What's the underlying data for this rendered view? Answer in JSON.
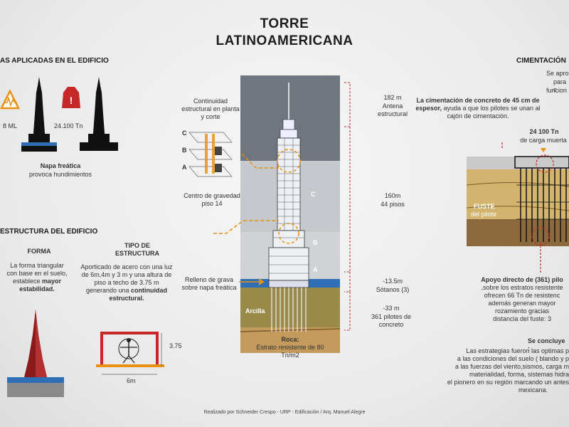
{
  "title_line1": "TORRE",
  "title_line2": "LATINOAMERICANA",
  "left": {
    "section1_heading": "AS APLICADAS EN EL EDIFICIO",
    "magnitude": "8 ML",
    "weight": "24.100 Tn",
    "napa_title": "Napa freática",
    "napa_sub": "provoca hundimientos",
    "section2_heading": "ESTRUCTURA DEL EDIFICIO",
    "forma_heading": "FORMA",
    "forma_text1": "La forma triangular con base en el suelo, establece",
    "forma_bold": "mayor estabilidad.",
    "tipo_heading_1": "TIPO DE",
    "tipo_heading_2": "ESTRUCTURA",
    "tipo_text": "Aporticado de acero con una luz de 6m,4m y 3 m y una altura de piso a techo de 3.75 m generando una",
    "tipo_bold": "continuidad estructural.",
    "dim_h": "3.75",
    "dim_w": "6m"
  },
  "center": {
    "continuidad": "Continuidad estructural en planta y corte",
    "label_c": "C",
    "label_b": "B",
    "label_a": "A",
    "centro": "Centro de gravedad piso 14",
    "relleno": "Relleno de grava sobre napa freática",
    "antena_m": "182 m",
    "antena_t": "Antena estructural",
    "pisos_m": "160m",
    "pisos_t": "44 pisos",
    "sotanos_m": "-13.5m",
    "sotanos_t": "Sótanos (3)",
    "pilotes_m": "-33 m",
    "pilotes_t": "361 pilotes de concreto",
    "arcilla": "Arcilla",
    "roca": "Roca:",
    "estrato": "Estrato resistente de 80 Tn/m2"
  },
  "right": {
    "heading": "CIMENTACIÓN",
    "se_apro": "Se apro",
    "para_c": "para c",
    "funcion": "funcion",
    "cim_bold": "La cimentación de concreto de 45 cm de espesor,",
    "cim_text": "ayuda a que los pilotes se unan al cajón de cimentación.",
    "carga_bold": "24 100 Tn",
    "carga_text": "de carga muerta",
    "fuste_bold": "FUSTE",
    "fuste_text": "del pilote",
    "apoyo_1": "Apoyo directo de (361) pilo",
    "apoyo_2": ",sobre los estratos resistente",
    "apoyo_3": "ofrecen 66 Tn de resistenc",
    "apoyo_4": "además  generan mayor",
    "apoyo_5": "rozamiento gracias",
    "apoyo_6": "distancia del fuste: 3",
    "concluye": "Se concluye :",
    "conc_1": "Las estrategias fueron las optimas p",
    "conc_2": "a las condiciones del suelo ( blando y p",
    "conc_3": "a las fuerzas del viento,sismos, carga m",
    "conc_4": "materialidad, forma,  sistemas hidra",
    "conc_5": "el pionero en su región marcando un antes",
    "conc_6": "mexicana."
  },
  "footer": "Realizado por Schneider Crespo - URP - Edificación / Arq. Manuel Alegre",
  "colors": {
    "accent": "#e8900f",
    "water": "#2e6fb5",
    "tower_red": "#8b1a1a",
    "soil": "#c9a56a"
  }
}
